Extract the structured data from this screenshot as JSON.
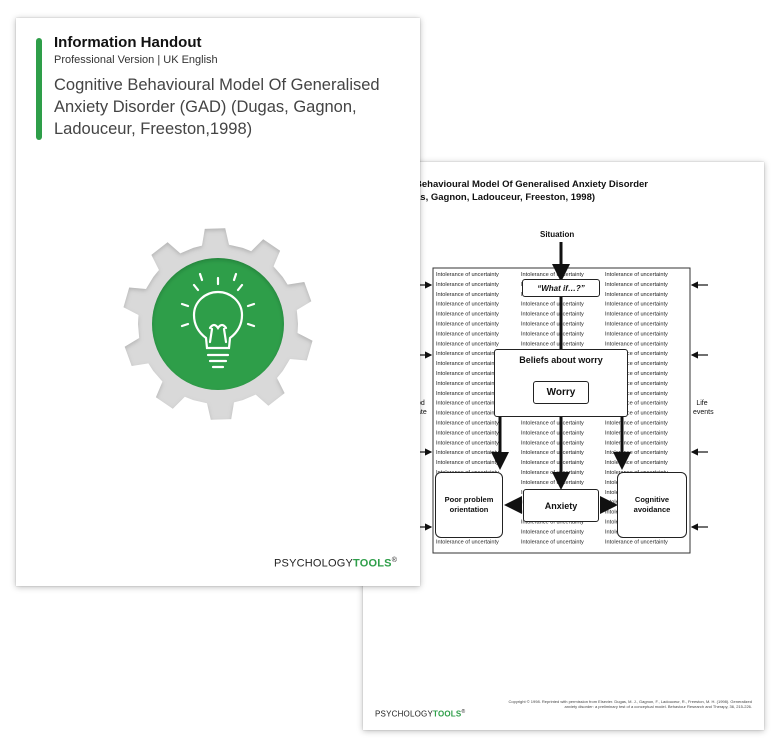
{
  "handout": {
    "title": "Information Handout",
    "subtitle": "Professional Version | UK English",
    "description": "Cognitive Behavioural Model Of Generalised Anxiety Disorder (GAD) (Dugas, Gagnon, Ladouceur, Freeston,1998)",
    "brand_psychology": "PSYCHOLOGY",
    "brand_tools": "TOOLS",
    "brand_mark": "®",
    "icon": "lightbulb-gear-icon"
  },
  "diagram": {
    "title_line1": "Behavioural Model Of Generalised Anxiety Disorder",
    "title_line2": "as, Gagnon, Ladouceur, Freeston, 1998)",
    "situation": "Situation",
    "what_if": "“What if…?”",
    "beliefs": "Beliefs about worry",
    "worry": "Worry",
    "anxiety": "Anxiety",
    "poor_problem": "Poor problem orientation",
    "cognitive_avoidance": "Cognitive avoidance",
    "left_cut_1": "od",
    "left_cut_2": "ate",
    "life_events": "Life events",
    "bg_text": "Intolerance of uncertainty",
    "copyright": "Copyright © 1998. Reprinted with permission from Elsevier. Dugas, M. J., Gagnon, F., Ladouceur, R., Freeston, M. H. (1998). Generalized anxiety disorder: a preliminary test of a conceptual model. Behaviour Research and Therapy, 36, 215-226.",
    "brand_psychology": "PSYCHOLOGY",
    "brand_tools": "TOOLS",
    "brand_mark": "®"
  },
  "colors": {
    "accent": "#2e9e49",
    "gear_outer": "#d9d9d9",
    "gear_inner": "#2e9e49"
  }
}
